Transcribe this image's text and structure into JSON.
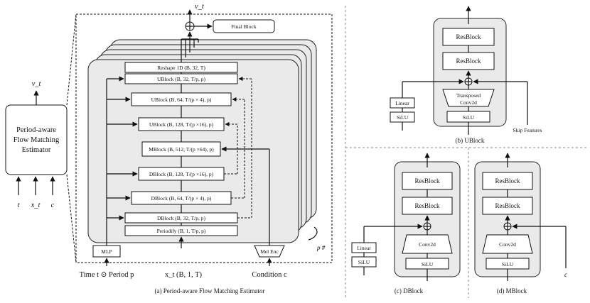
{
  "panel_a": {
    "output": "v_t",
    "estimator_lines": [
      "Period-aware",
      "Flow Matching",
      "Estimator"
    ],
    "inputs": [
      "t",
      "x_t",
      "c"
    ],
    "final_block": "Final Block",
    "reshape": "Reshape 1D (B, 32, T)",
    "ublocks": [
      "UBlock (B, 32, T/p, p)",
      "UBlock (B, 64, T/(p × 4), p)",
      "UBlock (B, 128, T/(p ×16), p)"
    ],
    "mblock": "MBlock (B, 512, T/(p ×64), p)",
    "dblocks": [
      "DBlock (B, 128, T/(p ×16), p)",
      "DBlock (B, 64, T/(p × 4), p)",
      "DBlock (B, 32, T/p, p)"
    ],
    "periodify": "Periodify (B, 1, T/p, p)",
    "mlp": "MLP",
    "mel_enc": "Mel Enc",
    "bottom_left": "Time t ⊙ Period p",
    "bottom_mid": "x_t (B, 1, T)",
    "bottom_right": "Condition c",
    "stack_label": "p #",
    "caption": "(a) Period-aware Flow Matching Estimator"
  },
  "panel_b": {
    "resblock": "ResBlock",
    "conv_lines": [
      "Transposed",
      "Conv2d"
    ],
    "silu": "SiLU",
    "linear": "Linear",
    "skip": "Skip Features",
    "caption": "(b) UBlock"
  },
  "panel_c": {
    "resblock": "ResBlock",
    "conv": "Conv2d",
    "silu": "SiLU",
    "linear": "Linear",
    "caption": "(c) DBlock"
  },
  "panel_d": {
    "resblock": "ResBlock",
    "conv": "Conv2d",
    "silu": "SiLU",
    "cond": "c",
    "caption": "(d) MBlock"
  }
}
